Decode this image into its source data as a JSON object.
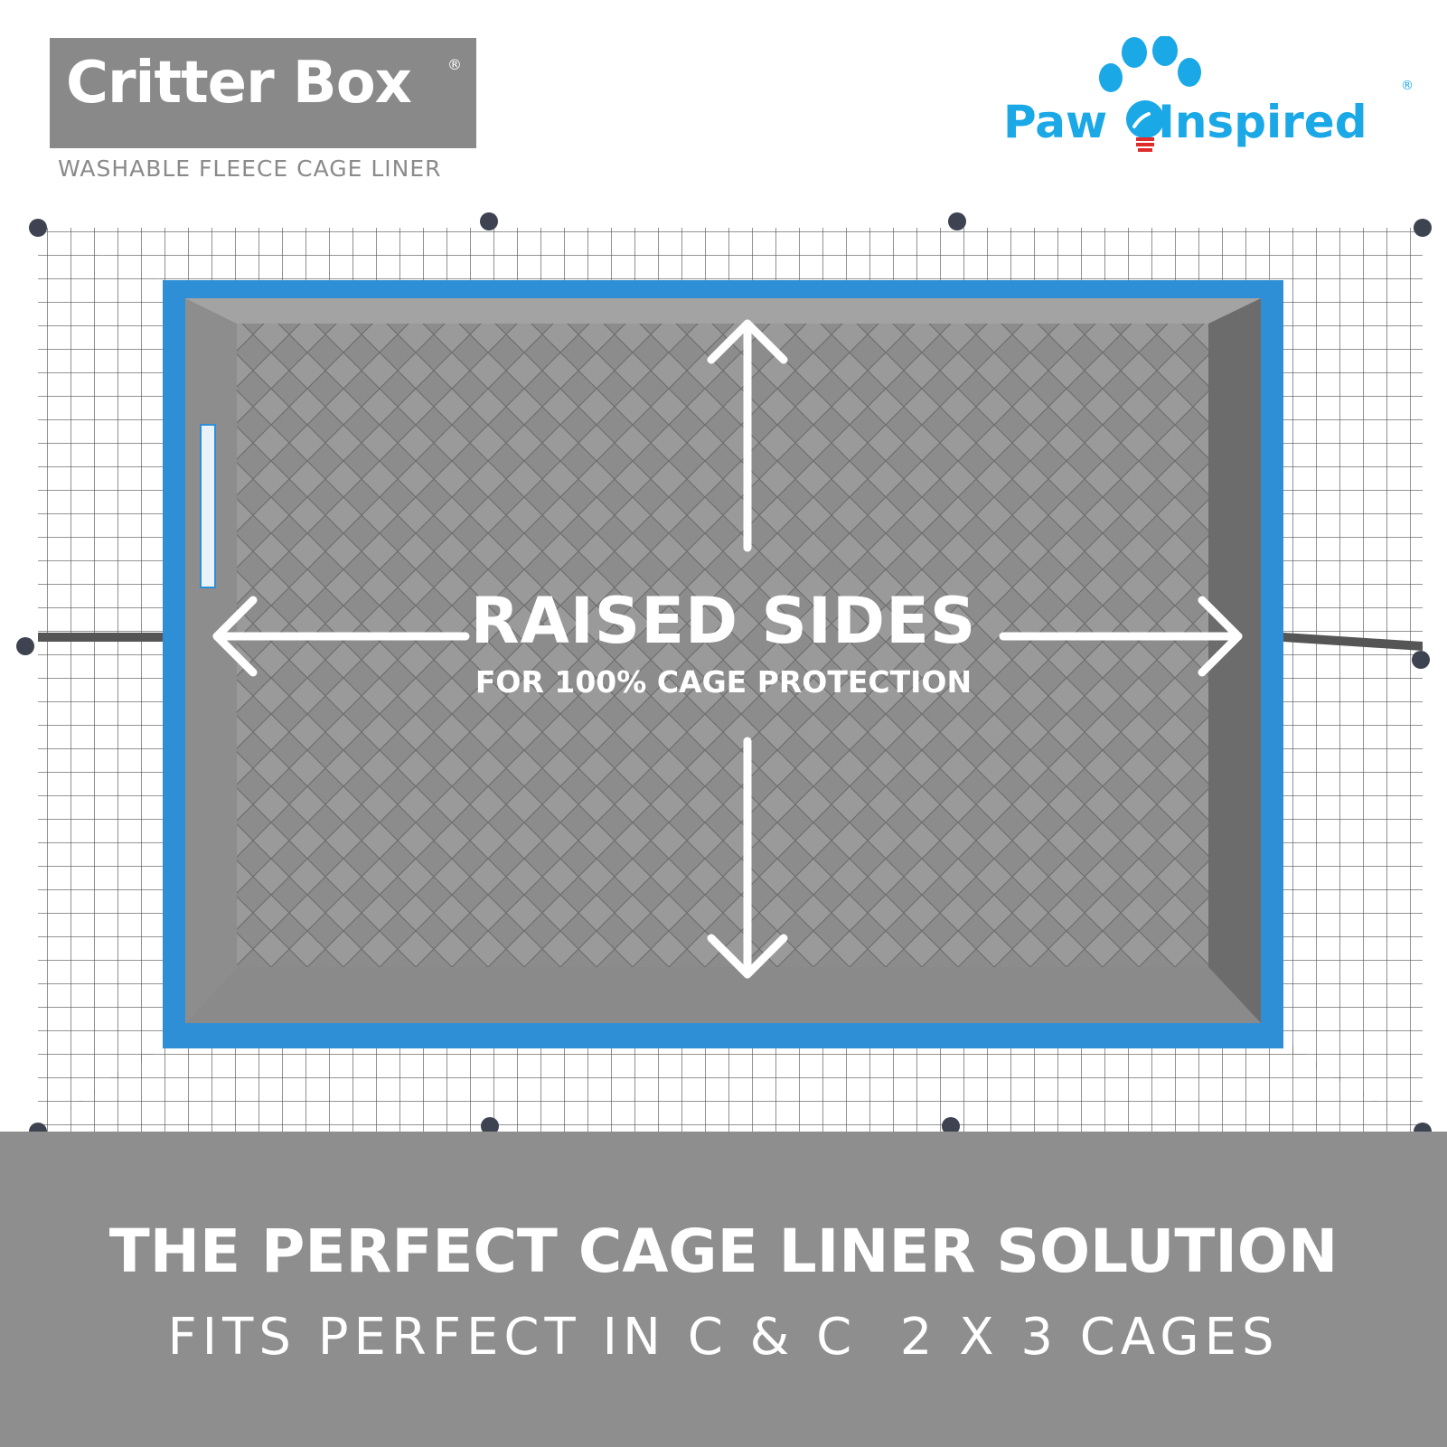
{
  "brand": {
    "name": "Critter Box",
    "registered_mark": "®",
    "tagline": "WASHABLE FLEECE CAGE LINER"
  },
  "logo": {
    "text_left": "Paw",
    "text_right": "Inspired",
    "registered_mark": "®",
    "icon": "paw-lightbulb-icon",
    "color": "#1aa8e6"
  },
  "callout": {
    "title": "RAISED SIDES",
    "subtitle": "FOR 100% CAGE PROTECTION"
  },
  "banner": {
    "title": "THE PERFECT CAGE LINER SOLUTION",
    "subtitle": "FITS PERFECT IN C & C  2 X 3 CAGES",
    "background": "#8e8e8e"
  },
  "colors": {
    "liner_fabric": "#8f8f8f",
    "liner_trim": "#2f8fd6",
    "cage_wire": "#555555",
    "brand_box": "#898989"
  }
}
